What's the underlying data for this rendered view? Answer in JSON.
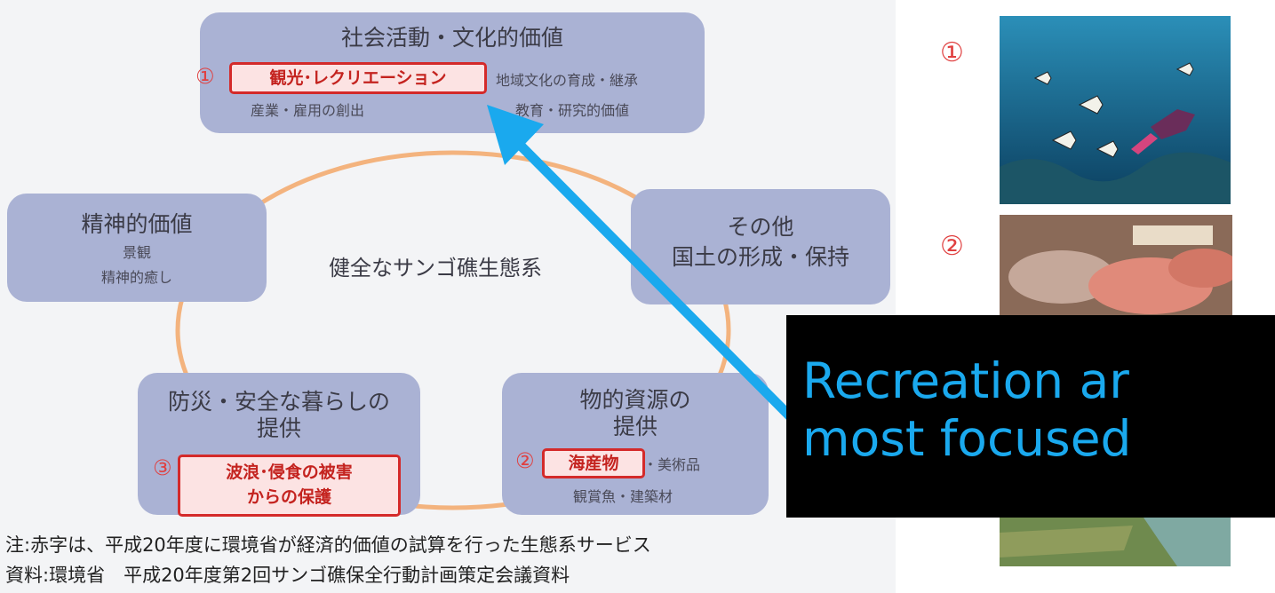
{
  "diagram": {
    "center": "健全なサンゴ礁生態系",
    "top": {
      "title": "社会活動・文化的価値",
      "marker": "①",
      "highlight": "観光･レクリエーション",
      "items": [
        "地域文化の育成・継承",
        "産業・雇用の創出",
        "教育・研究的価値"
      ]
    },
    "left": {
      "title": "精神的価値",
      "items": [
        "景観",
        "精神的癒し"
      ]
    },
    "right": {
      "title_line1": "その他",
      "title_line2": "国土の形成・保持"
    },
    "bottom_left": {
      "title_line1": "防災・安全な暮らしの",
      "title_line2": "提供",
      "marker": "③",
      "highlight_line1": "波浪･侵食の被害",
      "highlight_line2": "からの保護"
    },
    "bottom_right": {
      "title_line1": "物的資源の",
      "title_line2": "提供",
      "marker": "②",
      "highlight": "海産物",
      "item1": "・美術品",
      "item2": "観賞魚・建築材"
    }
  },
  "notes": {
    "line1": "注:赤字は、平成20年度に環境省が経済的価値の試算を行った生態系サービス",
    "line2": "資料:環境省　平成20年度第2回サンゴ礁保全行動計画策定会議資料"
  },
  "photos": {
    "marker1": "①",
    "marker2": "②"
  },
  "caption": {
    "line1": "Recreation ar",
    "line2": "most focused"
  },
  "colors": {
    "box_fill": "#aab2d4",
    "ring": "#f3b37e",
    "highlight_border": "#d42a2a",
    "arrow": "#1aa9ee",
    "caption_text": "#1aa9ee"
  }
}
